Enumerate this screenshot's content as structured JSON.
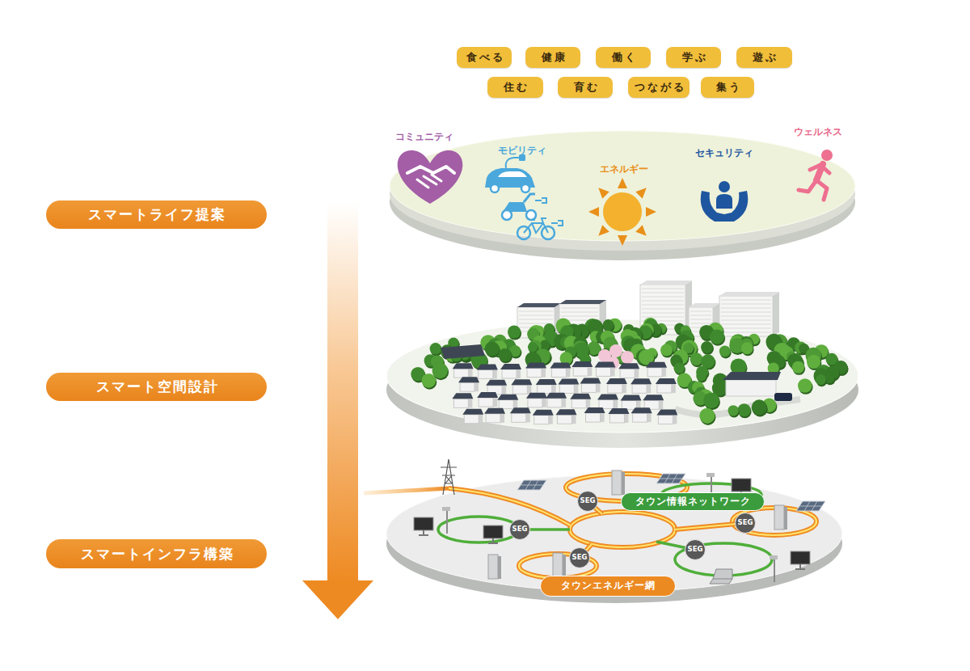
{
  "diagram": {
    "nodes": [
      {
        "text": [
          "食べる"
        ]
      },
      {
        "text": [
          "健康"
        ]
      },
      {
        "text": [
          "働く"
        ]
      },
      {
        "text": [
          "学ぶ"
        ]
      },
      {
        "text": [
          "遊ぶ"
        ]
      },
      {
        "text": [
          "住む"
        ]
      },
      {
        "text": [
          "育む"
        ]
      },
      {
        "text": [
          "つながる"
        ]
      },
      {
        "text": [
          "集う"
        ]
      },
      {
        "text": [
          "コミュニティ",
          "モビリティ",
          "エネルギー",
          "セキュリティ",
          "ウェルネス"
        ]
      },
      {
        "text": [
          "スマートライフ提案"
        ]
      },
      {
        "text": [
          "スマート空間設計"
        ]
      },
      {
        "text": [
          "タウン情報ネットワーク"
        ]
      },
      {
        "text": [
          "SEG"
        ]
      },
      {
        "text": [
          "SEG"
        ]
      },
      {
        "text": [
          "SEG"
        ]
      },
      {
        "text": [
          "SEG"
        ]
      },
      {
        "text": [
          "SEG"
        ]
      },
      {
        "text": [
          "スマートインフラ構築"
        ]
      },
      {
        "text": [
          "タウンエネルギー網"
        ]
      }
    ]
  }
}
